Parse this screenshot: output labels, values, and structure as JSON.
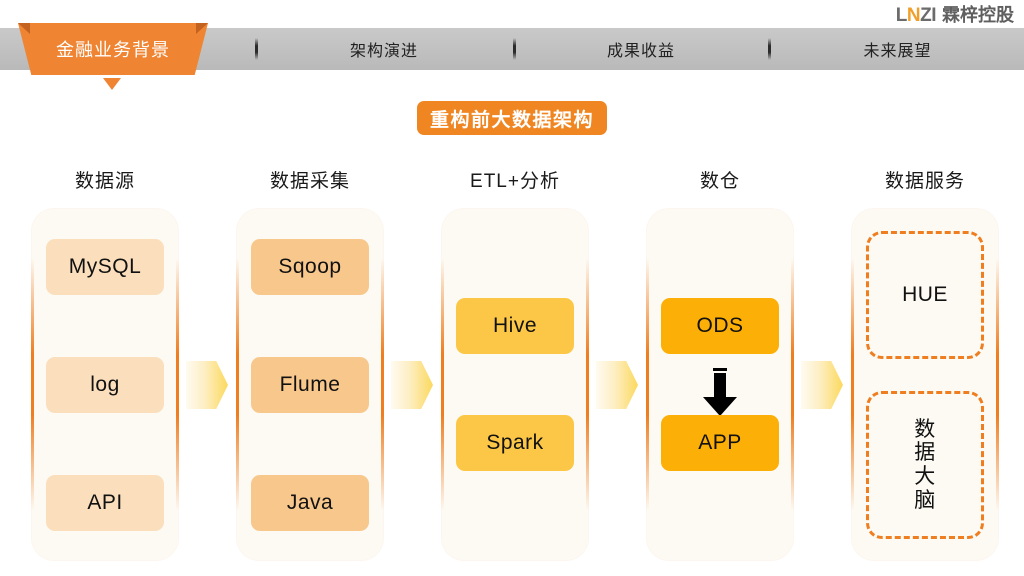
{
  "brand": {
    "mark_left": "L",
    "mark_accent": "N",
    "mark_right": "ZI",
    "mark_full": "LNZI",
    "name_cn": "霖梓控股",
    "accent_color": "#f0a02a",
    "gray_color": "#6b6b6b"
  },
  "nav": {
    "active_tab": "金融业务背景",
    "items": [
      {
        "label": "金融业务背景",
        "active": true
      },
      {
        "label": "架构演进",
        "active": false
      },
      {
        "label": "成果收益",
        "active": false
      },
      {
        "label": "未来展望",
        "active": false
      }
    ],
    "bar_color": "#c2c2c2",
    "active_color": "#ef8432"
  },
  "title": {
    "text": "重构前大数据架构",
    "pill_color": "#ef8622",
    "text_color": "#ffffff"
  },
  "columns": [
    {
      "header": "数据源",
      "items": [
        {
          "label": "MySQL",
          "tone": "light",
          "style": "filled"
        },
        {
          "label": "log",
          "tone": "light",
          "style": "filled"
        },
        {
          "label": "API",
          "tone": "light",
          "style": "filled"
        }
      ]
    },
    {
      "header": "数据采集",
      "items": [
        {
          "label": "Sqoop",
          "tone": "mid",
          "style": "filled"
        },
        {
          "label": "Flume",
          "tone": "mid",
          "style": "filled"
        },
        {
          "label": "Java",
          "tone": "mid",
          "style": "filled"
        }
      ]
    },
    {
      "header": "ETL+分析",
      "items": [
        {
          "label": "Hive",
          "tone": "gold",
          "style": "filled"
        },
        {
          "label": "Spark",
          "tone": "gold",
          "style": "filled"
        }
      ]
    },
    {
      "header": "数仓",
      "items": [
        {
          "label": "ODS",
          "tone": "strong",
          "style": "filled"
        },
        {
          "label": "APP",
          "tone": "strong",
          "style": "filled"
        }
      ],
      "inner_arrow": "down-arrow"
    },
    {
      "header": "数据服务",
      "items": [
        {
          "label": "HUE",
          "tone": "dashed",
          "style": "dashed"
        },
        {
          "label": "数据大脑",
          "tone": "dashed",
          "style": "dashed",
          "vertical": true
        }
      ]
    }
  ],
  "connectors": {
    "count": 4,
    "shape": "chevron-arrow",
    "color_from": "#fefbf0",
    "color_to": "#fcd95e"
  },
  "palette": {
    "panel_bg": "#fdfaf3",
    "panel_edge": "#ef7e21",
    "chip_light": "#fbdfbd",
    "chip_mid": "#f8c78c",
    "chip_gold": "#fcc747",
    "chip_strong": "#fcaf06",
    "dashed_border": "#ef7e21",
    "page_bg": "#ffffff"
  }
}
